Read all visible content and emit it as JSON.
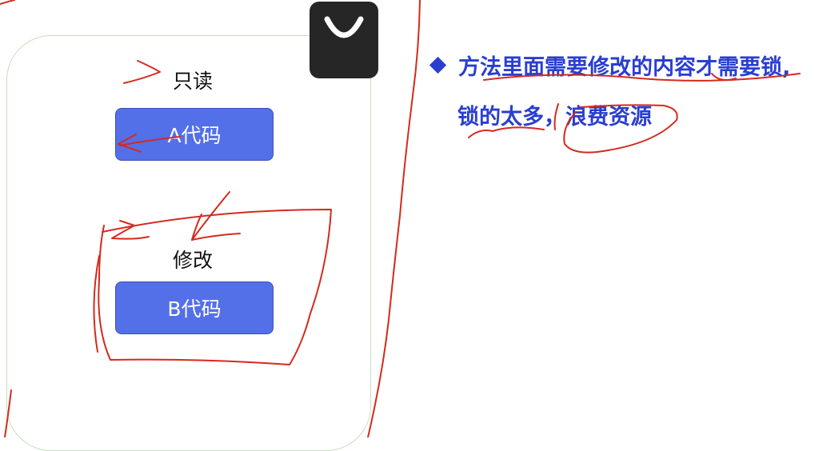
{
  "diagram": {
    "read_label": "只读",
    "code_a": "A代码",
    "modify_label": "修改",
    "code_b": "B代码"
  },
  "notes": {
    "line1": "方法里面需要修改的内容才需要锁,",
    "line2": "锁的太多，浪费资源"
  },
  "colors": {
    "button_fill": "#5470e8",
    "note_text": "#2a3ed0",
    "ink": "#d42a1e",
    "container_border": "#c8dfc0"
  },
  "icons": [
    "shopping-bag-icon",
    "bullet-diamond-icon"
  ]
}
